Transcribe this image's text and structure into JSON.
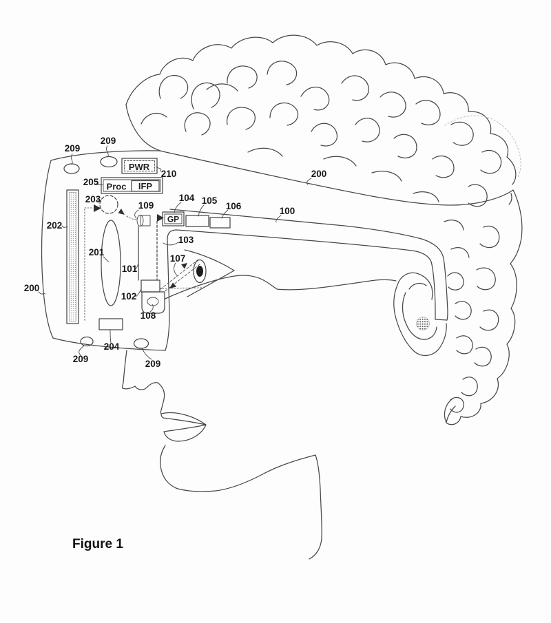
{
  "figure": {
    "caption": "Figure 1"
  },
  "colors": {
    "background": "#fdfdfd",
    "line": "#474747",
    "label": "#171717",
    "faint_outline": "#b8b8b8"
  },
  "component_boxes": {
    "power": "PWR",
    "processor": "Proc",
    "ifp": "IFP",
    "gp": "GP"
  },
  "reference_labels": [
    {
      "id": "209-top-left",
      "text": "209"
    },
    {
      "id": "209-top-mid",
      "text": "209"
    },
    {
      "id": "210-power",
      "text": "210"
    },
    {
      "id": "205-processor",
      "text": "205"
    },
    {
      "id": "203-sensor",
      "text": "203"
    },
    {
      "id": "202-bar",
      "text": "202"
    },
    {
      "id": "109-coupler",
      "text": "109"
    },
    {
      "id": "104-gp-box",
      "text": "104"
    },
    {
      "id": "105-box",
      "text": "105"
    },
    {
      "id": "106-box",
      "text": "106"
    },
    {
      "id": "100-temple-arm",
      "text": "100"
    },
    {
      "id": "200-headband",
      "text": "200"
    },
    {
      "id": "200-front",
      "text": "200"
    },
    {
      "id": "201-lens",
      "text": "201"
    },
    {
      "id": "101-lightguide",
      "text": "101"
    },
    {
      "id": "103-path",
      "text": "103"
    },
    {
      "id": "107-rays",
      "text": "107"
    },
    {
      "id": "102-out-coupler",
      "text": "102"
    },
    {
      "id": "108-element",
      "text": "108"
    },
    {
      "id": "204-module",
      "text": "204"
    },
    {
      "id": "209-bottom-left",
      "text": "209"
    },
    {
      "id": "209-bottom-mid",
      "text": "209"
    }
  ]
}
